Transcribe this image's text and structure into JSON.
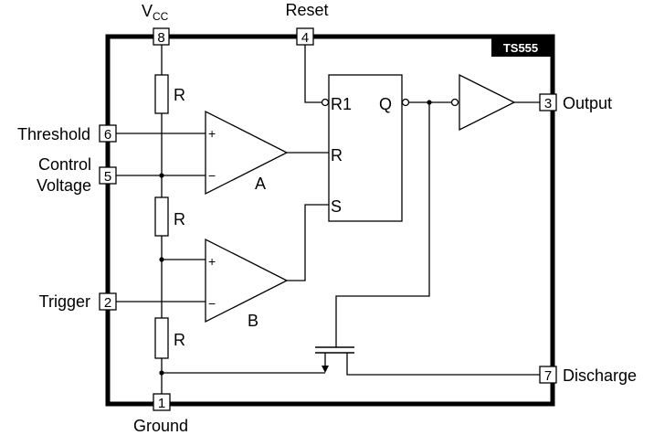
{
  "chip": {
    "name": "TS555"
  },
  "pins": {
    "vcc": {
      "number": "8",
      "label_main": "V",
      "label_sub": "CC"
    },
    "reset": {
      "number": "4",
      "label": "Reset"
    },
    "output": {
      "number": "3",
      "label": "Output"
    },
    "threshold": {
      "number": "6",
      "label": "Threshold"
    },
    "control": {
      "number": "5",
      "label_line1": "Control",
      "label_line2": "Voltage"
    },
    "trigger": {
      "number": "2",
      "label": "Trigger"
    },
    "discharge": {
      "number": "7",
      "label": "Discharge"
    },
    "ground": {
      "number": "1",
      "label": "Ground"
    }
  },
  "divider": {
    "resistor_label": "R"
  },
  "comparators": {
    "a": {
      "name": "A",
      "plus": "+",
      "minus": "−"
    },
    "b": {
      "name": "B",
      "plus": "+",
      "minus": "−"
    }
  },
  "flipflop": {
    "r1": "R1",
    "r": "R",
    "s": "S",
    "q": "Q"
  }
}
